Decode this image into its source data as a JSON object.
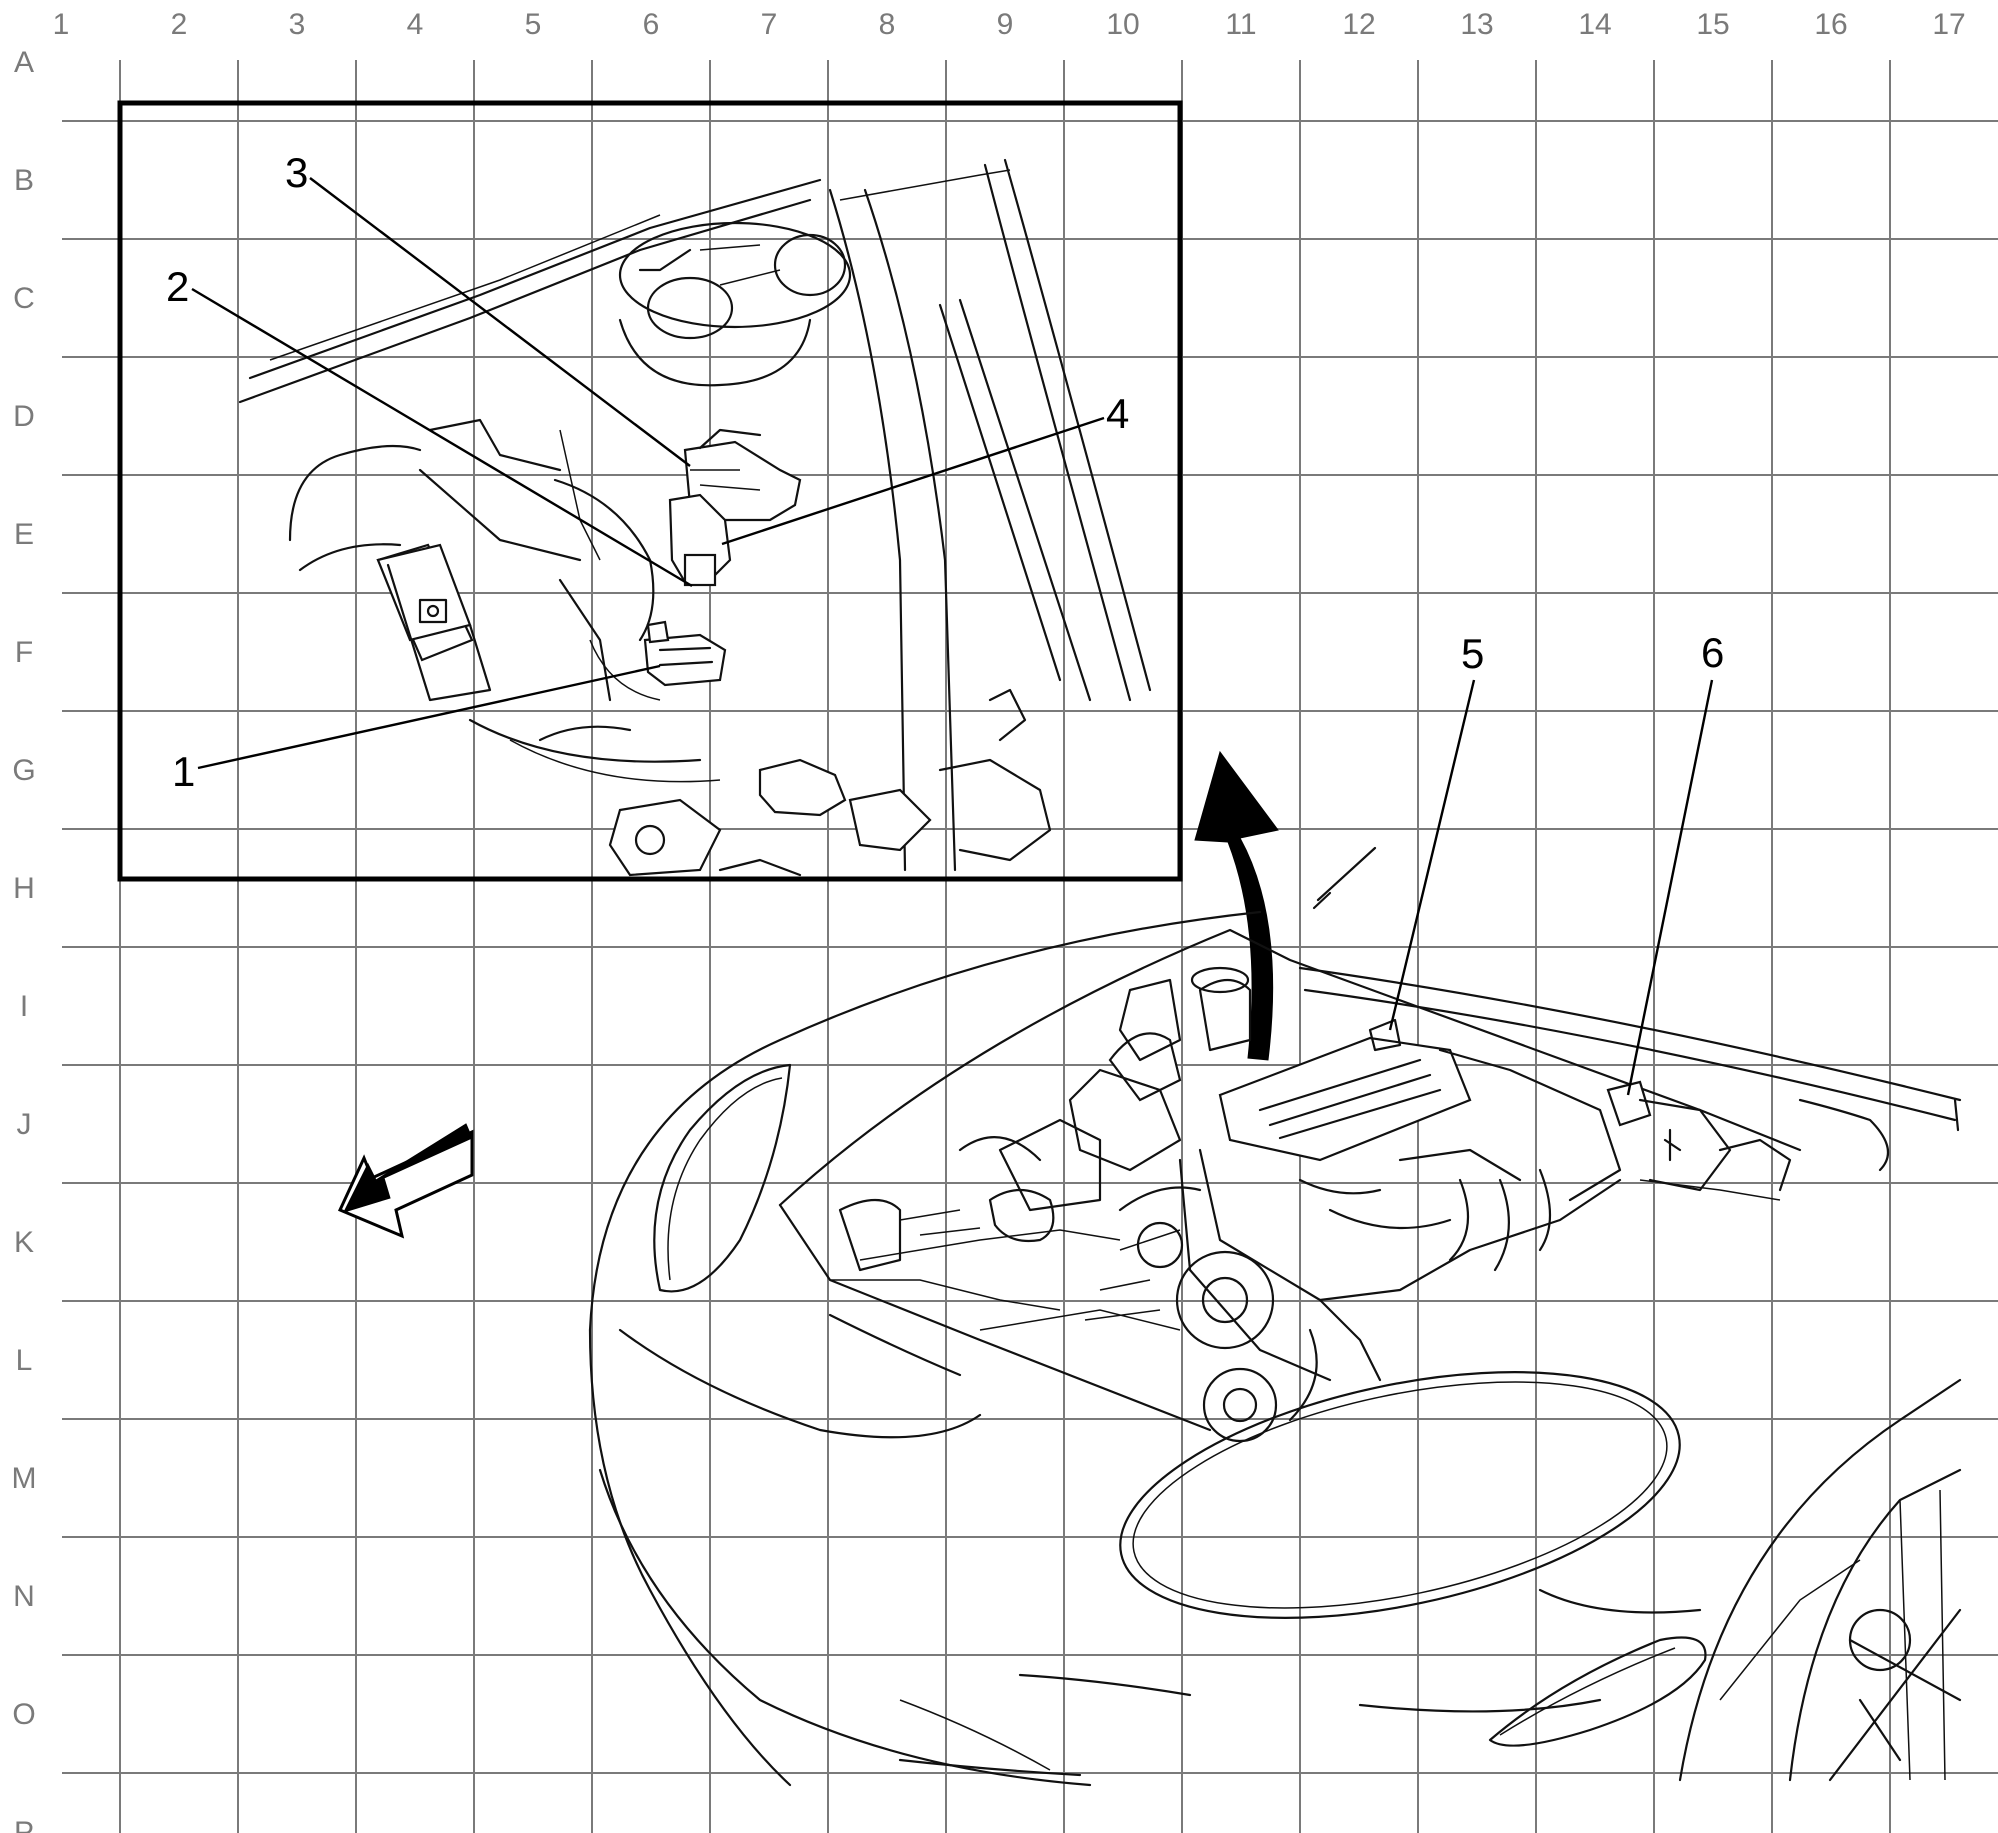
{
  "grid": {
    "columns": [
      "1",
      "2",
      "3",
      "4",
      "5",
      "6",
      "7",
      "8",
      "9",
      "10",
      "11",
      "12",
      "13",
      "14",
      "15",
      "16",
      "17"
    ],
    "rows": [
      "A",
      "B",
      "C",
      "D",
      "E",
      "F",
      "G",
      "H",
      "I",
      "J",
      "K",
      "L",
      "M",
      "N",
      "O",
      "P"
    ]
  },
  "callouts": [
    "1",
    "2",
    "3",
    "4",
    "5",
    "6"
  ],
  "colors": {
    "grid": "#7a7a7a",
    "line_art": "#111111",
    "background": "#ffffff"
  },
  "icons": [
    "front-direction-arrow-icon",
    "zoom-view-arrow-icon"
  ]
}
